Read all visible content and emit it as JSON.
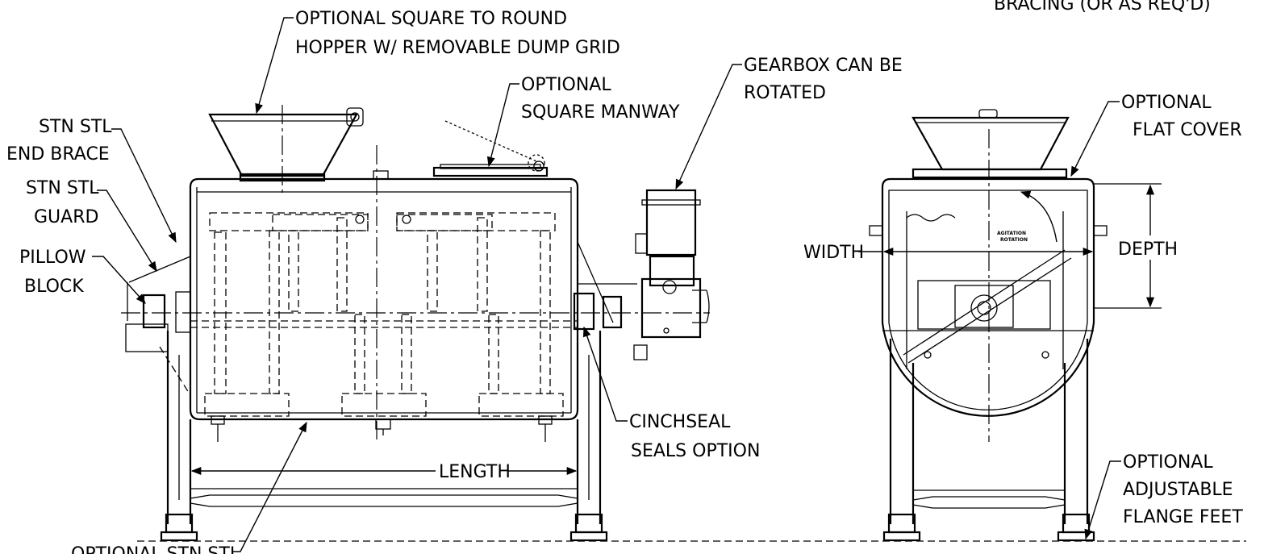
{
  "labels": {
    "hopper_1": "OPTIONAL SQUARE TO ROUND",
    "hopper_2": "HOPPER W/ REMOVABLE DUMP GRID",
    "manway_1": "OPTIONAL",
    "manway_2": "SQUARE MANWAY",
    "gearbox_1": "GEARBOX CAN BE",
    "gearbox_2": "ROTATED",
    "end_brace_1": "STN STL",
    "end_brace_2": "END BRACE",
    "guard_1": "STN STL",
    "guard_2": "GUARD",
    "pillow_1": "PILLOW",
    "pillow_2": "BLOCK",
    "cinchseal_1": "CINCHSEAL",
    "cinchseal_2": "SEALS OPTION",
    "length": "LENGTH",
    "bottom_partial": "OPTIONAL STN STL",
    "top_right_partial": "BRACING (OR AS REQ'D)",
    "flat_cover_1": "OPTIONAL",
    "flat_cover_2": "FLAT COVER",
    "width": "WIDTH",
    "depth": "DEPTH",
    "agitation_1": "AGITATION",
    "agitation_2": "ROTATION",
    "feet_1": "OPTIONAL",
    "feet_2": "ADJUSTABLE",
    "feet_3": "FLANGE FEET"
  }
}
